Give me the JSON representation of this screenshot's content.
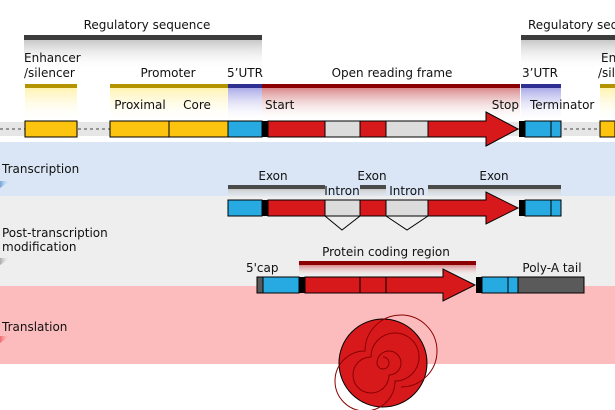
{
  "regulatory": {
    "left_label": "Regulatory sequence",
    "right_label": "Regulatory sequence"
  },
  "dna_labels": {
    "enhancer_line1": "Enhancer",
    "enhancer_line2": "/silencer",
    "promoter": "Promoter",
    "proximal": "Proximal",
    "core": "Core",
    "utr5": "5’UTR",
    "orf": "Open reading frame",
    "start": "Start",
    "stop": "Stop",
    "utr3": "3’UTR",
    "terminator": "Terminator",
    "right_enh_line1": "Enh",
    "right_enh_line2": "/sil"
  },
  "processes": {
    "transcription": "Transcription",
    "post_line1": "Post-transcription",
    "post_line2": "modification",
    "translation": "Translation"
  },
  "pre_mrna": {
    "exon_left": "Exon",
    "intron_left": "Intron",
    "exon_middle": "Exon",
    "intron_right": "Intron",
    "exon_right": "Exon"
  },
  "mrna": {
    "cap": "5'cap",
    "coding_region": "Protein coding region",
    "polya": "Poly-A tail"
  },
  "colors": {
    "enhancer": "#fcc30f",
    "utr": "#27aae1",
    "orf": "#d7191c",
    "intron": "#dcdcdc",
    "regulatory_bar": "#3c3c3c",
    "promoter_bar": "#b39400",
    "utr_bar": "#2e3192",
    "orf_bar": "#8b0000",
    "transcription_band": "#dae6f5",
    "post_band": "#eeeeee",
    "translation_band": "#fcbcbd",
    "polya": "#5a5a5a"
  }
}
